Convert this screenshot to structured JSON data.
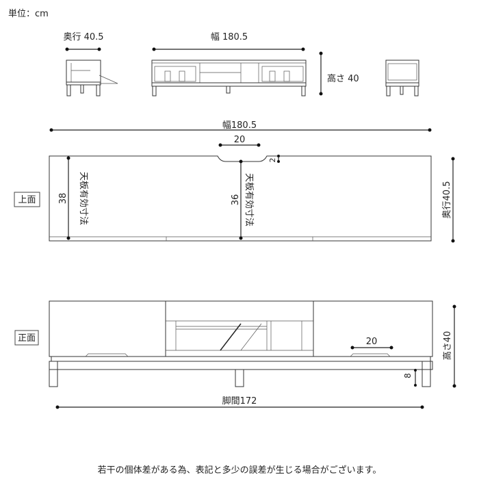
{
  "unit_label": "単位：cm",
  "overview": {
    "depth_label": "奥行 40.5",
    "width_label": "幅 180.5",
    "height_label": "高さ 40"
  },
  "top_view": {
    "tag": "上面",
    "width_label": "幅180.5",
    "notch_width": "20",
    "notch_depth": "2",
    "left_effective_depth": "38",
    "center_effective_depth": "36",
    "effective_label": "天板有効寸法",
    "depth_label": "奥行40.5"
  },
  "front_view": {
    "tag": "正面",
    "handle_width": "20",
    "height_label": "高さ40",
    "leg_clearance": "8",
    "leg_span_label": "脚間172"
  },
  "note": "若干の個体差がある為、表記と多少の誤差が生じる場合がございます。"
}
